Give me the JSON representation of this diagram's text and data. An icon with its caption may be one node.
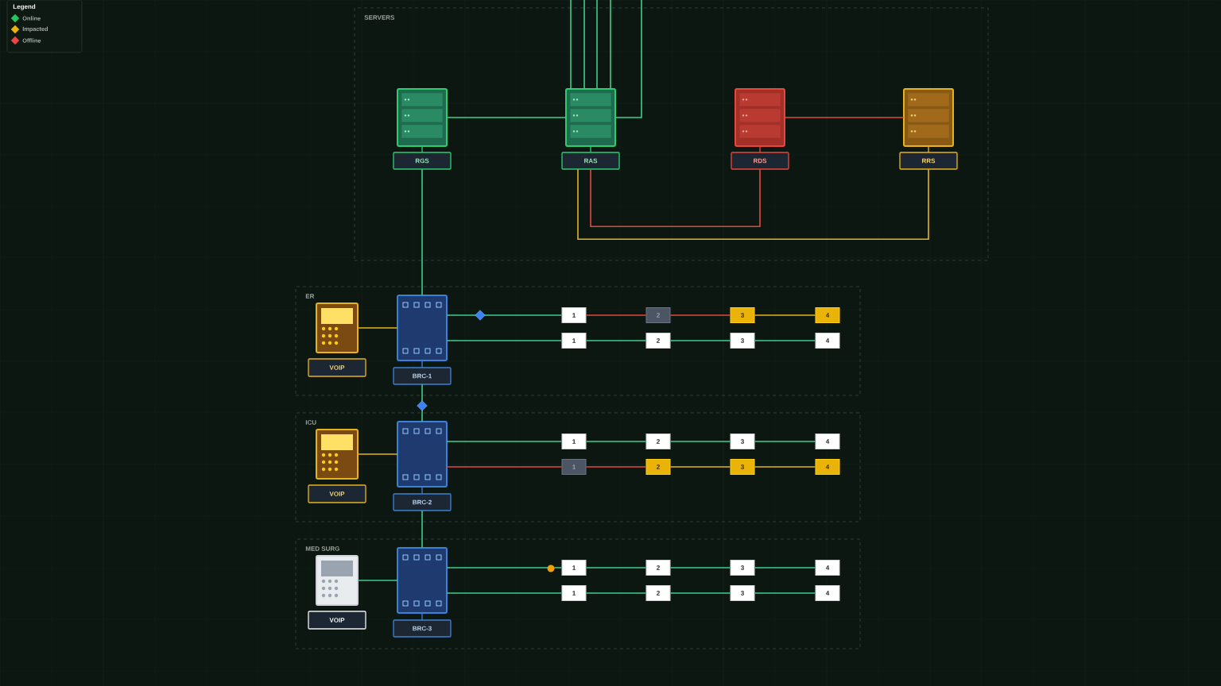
{
  "diagram": {
    "nodes": [
      {
        "text": [
          "SERVERS"
        ]
      },
      {
        "text": [
          "RGS"
        ],
        "in": 0
      },
      {
        "text": [
          "RAS"
        ],
        "in": 0
      },
      {
        "text": [
          "RDS"
        ],
        "in": 0
      },
      {
        "text": [
          "RRS"
        ],
        "in": 0
      },
      {
        "text": [
          "ER"
        ]
      },
      {
        "text": [
          "VOIP"
        ],
        "in": 5
      },
      {
        "text": [
          "BRC-1"
        ],
        "in": 5
      },
      {
        "text": [
          "1"
        ],
        "in": 5
      },
      {
        "text": [
          "2"
        ],
        "in": 5
      },
      {
        "text": [
          "3"
        ],
        "in": 5
      },
      {
        "text": [
          "4"
        ],
        "in": 5
      },
      {
        "text": [
          "1"
        ],
        "in": 5
      },
      {
        "text": [
          "2"
        ],
        "in": 5
      },
      {
        "text": [
          "3"
        ],
        "in": 5
      },
      {
        "text": [
          "4"
        ],
        "in": 5
      },
      {
        "text": [
          "ICU"
        ]
      },
      {
        "text": [
          "VOIP"
        ],
        "in": 16
      },
      {
        "text": [
          "BRC-2"
        ],
        "in": 16
      },
      {
        "text": [
          "1"
        ],
        "in": 16
      },
      {
        "text": [
          "2"
        ],
        "in": 16
      },
      {
        "text": [
          "3"
        ],
        "in": 16
      },
      {
        "text": [
          "4"
        ],
        "in": 16
      },
      {
        "text": [
          "1"
        ],
        "in": 16
      },
      {
        "text": [
          "2"
        ],
        "in": 16
      },
      {
        "text": [
          "3"
        ],
        "in": 16
      },
      {
        "text": [
          "4"
        ],
        "in": 16
      },
      {
        "text": [
          "MED SURG"
        ]
      },
      {
        "text": [
          "VOIP"
        ],
        "in": 27
      },
      {
        "text": [
          "BRC-3"
        ],
        "in": 27
      },
      {
        "text": [
          "1"
        ],
        "in": 27
      },
      {
        "text": [
          "2"
        ],
        "in": 27
      },
      {
        "text": [
          "3"
        ],
        "in": 27
      },
      {
        "text": [
          "4"
        ],
        "in": 27
      },
      {
        "text": [
          "1"
        ],
        "in": 27
      },
      {
        "text": [
          "2"
        ],
        "in": 27
      },
      {
        "text": [
          "3"
        ],
        "in": 27
      },
      {
        "text": [
          "4"
        ],
        "in": 27
      }
    ],
    "edges": [
      {
        "from": 1,
        "to": 2,
        "arrow": "none"
      },
      {
        "from": 3,
        "to": 4,
        "arrow": "none",
        "color": "#e5483b"
      },
      {
        "from": 2,
        "to": 3,
        "arrow": "none",
        "color": "#e5483b"
      },
      {
        "from": 2,
        "to": 4,
        "arrow": "none",
        "color": "#e6b31e"
      },
      {
        "from": 2,
        "to": null,
        "arrow": "none"
      },
      {
        "from": 2,
        "to": null,
        "arrow": "none"
      },
      {
        "from": 2,
        "to": null,
        "arrow": "none"
      },
      {
        "from": 2,
        "to": null,
        "arrow": "none"
      },
      {
        "from": 2,
        "to": null,
        "arrow": "none"
      },
      {
        "from": 1,
        "to": 7,
        "arrow": "none"
      },
      {
        "from": 7,
        "to": 18,
        "arrow": "none"
      },
      {
        "from": 18,
        "to": 29,
        "arrow": "none"
      },
      {
        "from": 6,
        "to": 7,
        "arrow": "none",
        "color": "#e6b31e"
      },
      {
        "from": 7,
        "to": 8,
        "arrow": "none"
      },
      {
        "from": 8,
        "to": 9,
        "arrow": "none",
        "color": "#e5483b"
      },
      {
        "from": 9,
        "to": 10,
        "arrow": "none",
        "color": "#e5483b"
      },
      {
        "from": 10,
        "to": 11,
        "arrow": "none",
        "color": "#e6b31e"
      },
      {
        "from": 7,
        "to": 12,
        "arrow": "none"
      },
      {
        "from": 12,
        "to": 13,
        "arrow": "none"
      },
      {
        "from": 13,
        "to": 14,
        "arrow": "none"
      },
      {
        "from": 14,
        "to": 15,
        "arrow": "none"
      },
      {
        "from": 17,
        "to": 18,
        "arrow": "none",
        "color": "#e6b31e"
      },
      {
        "from": 18,
        "to": 19,
        "arrow": "none"
      },
      {
        "from": 19,
        "to": 20,
        "arrow": "none"
      },
      {
        "from": 20,
        "to": 21,
        "arrow": "none"
      },
      {
        "from": 21,
        "to": 22,
        "arrow": "none"
      },
      {
        "from": 18,
        "to": 23,
        "arrow": "none",
        "color": "#e5483b"
      },
      {
        "from": 23,
        "to": 24,
        "arrow": "none",
        "color": "#e5483b"
      },
      {
        "from": 24,
        "to": 25,
        "arrow": "none",
        "color": "#e6b31e"
      },
      {
        "from": 25,
        "to": 26,
        "arrow": "none",
        "color": "#e6b31e"
      },
      {
        "from": 28,
        "to": 29,
        "arrow": "none"
      },
      {
        "from": 29,
        "to": 30,
        "arrow": "none"
      },
      {
        "from": 30,
        "to": 31,
        "arrow": "none"
      },
      {
        "from": 31,
        "to": 32,
        "arrow": "none"
      },
      {
        "from": 32,
        "to": 33,
        "arrow": "none"
      },
      {
        "from": 29,
        "to": 34,
        "arrow": "none"
      },
      {
        "from": 34,
        "to": 35,
        "arrow": "none"
      },
      {
        "from": 35,
        "to": 36,
        "arrow": "none"
      },
      {
        "from": 36,
        "to": 37,
        "arrow": "none"
      }
    ],
    "labels": [
      "Legend"
    ],
    "legend": [
      {
        "text": "Online",
        "color": "#22c55e"
      },
      {
        "text": "Impacted",
        "color": "#eab308"
      },
      {
        "text": "Offline",
        "color": "#ef4444"
      }
    ]
  }
}
